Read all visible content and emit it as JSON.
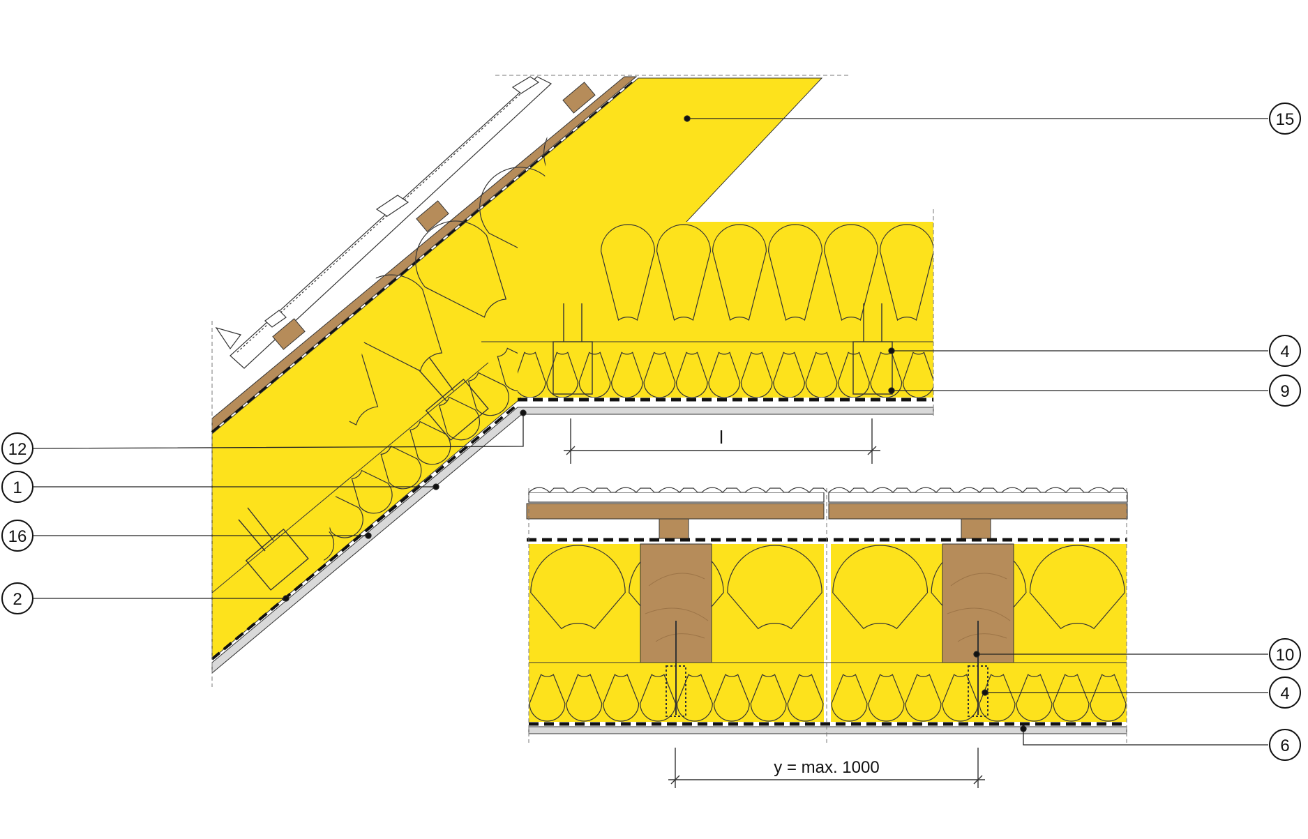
{
  "callouts": {
    "c15": "15",
    "c4_top": "4",
    "c9": "9",
    "c12": "12",
    "c1": "1",
    "c16": "16",
    "c2": "2",
    "c10": "10",
    "c4_bottom": "4",
    "c6": "6"
  },
  "dimensions": {
    "upper": "l",
    "lower": "y = max. 1000"
  },
  "colors": {
    "insulation": "#fde21c",
    "timber": "#b68c5a",
    "timber_dark": "#9c7447",
    "board": "#d9d9d9",
    "line": "#1a1a1a"
  }
}
